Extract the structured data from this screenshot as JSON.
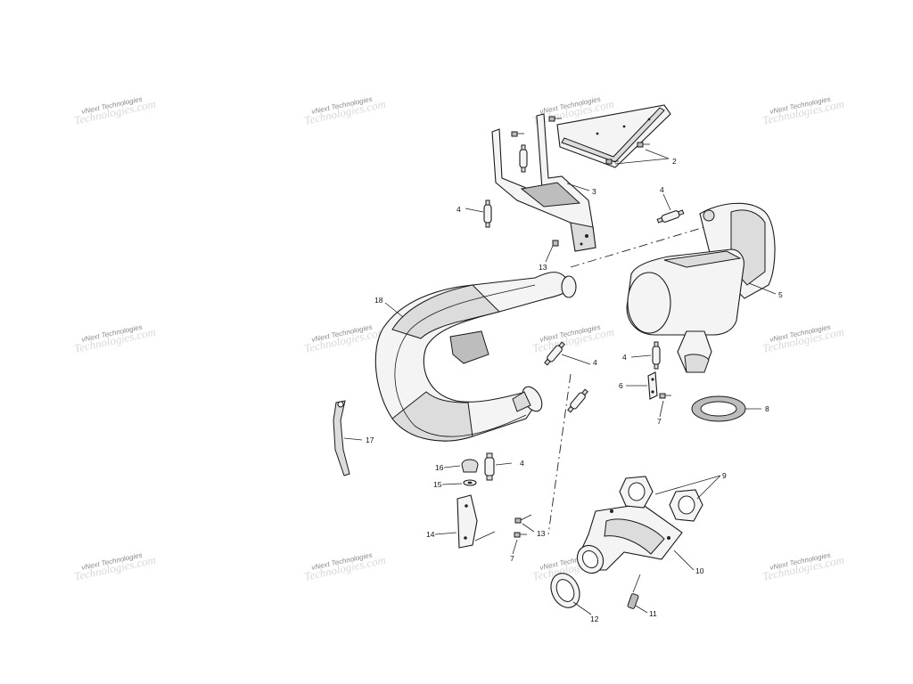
{
  "watermarks": [
    {
      "line1": "vNext Technologies",
      "line2": "Technologies.com"
    },
    {
      "line1": "vNext Technologies",
      "line2": "Technologies.com"
    },
    {
      "line1": "vNext Technologies",
      "line2": "Technologies.com"
    },
    {
      "line1": "vNext Technologies",
      "line2": "Technologies.com"
    },
    {
      "line1": "vNext Technologies",
      "line2": "Technologies.com"
    },
    {
      "line1": "vNext Technologies",
      "line2": "Technologies.com"
    },
    {
      "line1": "vNext Technologies",
      "line2": "Technologies.com"
    },
    {
      "line1": "vNext Technologies",
      "line2": "Technologies.com"
    },
    {
      "line1": "vNext Technologies",
      "line2": "Technologies.com"
    },
    {
      "line1": "vNext Technologies",
      "line2": "Technologies.com"
    },
    {
      "line1": "vNext Technologies",
      "line2": "Technologies.com"
    },
    {
      "line1": "vNext Technologies",
      "line2": "Technologies.com"
    }
  ],
  "callouts": {
    "c2": "2",
    "c3": "3",
    "c4a": "4",
    "c4b": "4",
    "c13a": "13",
    "c18": "18",
    "c5": "5",
    "c4c": "4",
    "c4d": "4",
    "c6": "6",
    "c7a": "7",
    "c8": "8",
    "c17": "17",
    "c16": "16",
    "c4e": "4",
    "c15": "15",
    "c9": "9",
    "c14": "14",
    "c13b": "13",
    "c7b": "7",
    "c10": "10",
    "c11": "11",
    "c12": "12"
  }
}
